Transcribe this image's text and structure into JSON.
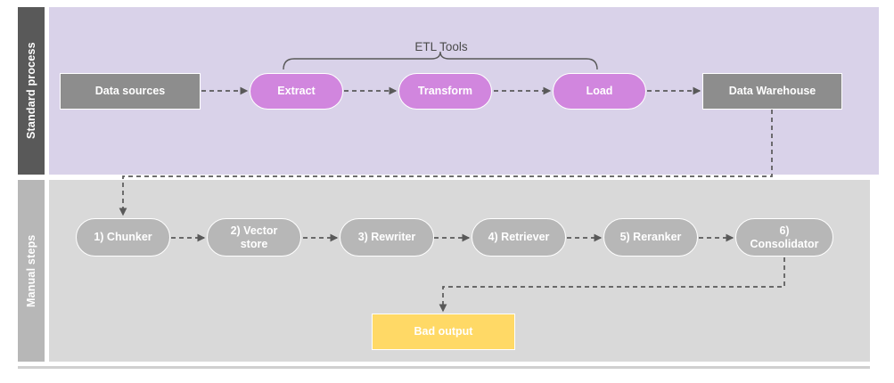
{
  "diagram": {
    "title": "ETL and manual RAG steps swimlane diagram",
    "colors": {
      "lane_top_header_bg": "#595959",
      "lane_top_body_bg": "#d9d2e9",
      "lane_bottom_header_bg": "#b7b7b7",
      "lane_bottom_body_bg": "#d9d9d9",
      "node_gray": "#8d8d8d",
      "node_pill_gray": "#b7b7b7",
      "node_magenta": "#d186de",
      "node_yellow": "#ffd966",
      "connector": "#595959",
      "node_text": "#ffffff",
      "label_text": "#4a4a4a"
    }
  },
  "lanes": [
    {
      "id": "standard-process",
      "label": "Standard process"
    },
    {
      "id": "manual-steps",
      "label": "Manual steps"
    }
  ],
  "annotations": {
    "etl_bracket_label": "ETL Tools"
  },
  "top_lane": {
    "nodes": [
      {
        "id": "data-sources",
        "label": "Data sources",
        "shape": "rect",
        "color": "gray"
      },
      {
        "id": "extract",
        "label": "Extract",
        "shape": "pill",
        "color": "magenta"
      },
      {
        "id": "transform",
        "label": "Transform",
        "shape": "pill",
        "color": "magenta"
      },
      {
        "id": "load",
        "label": "Load",
        "shape": "pill",
        "color": "magenta"
      },
      {
        "id": "data-warehouse",
        "label": "Data Warehouse",
        "shape": "rect",
        "color": "gray"
      }
    ]
  },
  "bottom_lane": {
    "nodes": [
      {
        "id": "chunker",
        "label": "1) Chunker",
        "shape": "pill",
        "color": "pillgray"
      },
      {
        "id": "vector-store",
        "label": "2) Vector store",
        "shape": "pill",
        "color": "pillgray"
      },
      {
        "id": "rewriter",
        "label": "3) Rewriter",
        "shape": "pill",
        "color": "pillgray"
      },
      {
        "id": "retriever",
        "label": "4) Retriever",
        "shape": "pill",
        "color": "pillgray"
      },
      {
        "id": "reranker",
        "label": "5) Reranker",
        "shape": "pill",
        "color": "pillgray"
      },
      {
        "id": "consolidator",
        "label": "6) Consolidator",
        "shape": "pill",
        "color": "pillgray"
      },
      {
        "id": "bad-output",
        "label": "Bad output",
        "shape": "rect",
        "color": "yellow"
      }
    ]
  },
  "edges": [
    {
      "from": "data-sources",
      "to": "extract",
      "style": "dashed-arrow"
    },
    {
      "from": "extract",
      "to": "transform",
      "style": "dashed-arrow"
    },
    {
      "from": "transform",
      "to": "load",
      "style": "dashed-arrow"
    },
    {
      "from": "load",
      "to": "data-warehouse",
      "style": "dashed-arrow"
    },
    {
      "from": "data-warehouse",
      "to": "chunker",
      "style": "dashed-arrow-elbow"
    },
    {
      "from": "chunker",
      "to": "vector-store",
      "style": "dashed-arrow"
    },
    {
      "from": "vector-store",
      "to": "rewriter",
      "style": "dashed-arrow"
    },
    {
      "from": "rewriter",
      "to": "retriever",
      "style": "dashed-arrow"
    },
    {
      "from": "retriever",
      "to": "reranker",
      "style": "dashed-arrow"
    },
    {
      "from": "reranker",
      "to": "consolidator",
      "style": "dashed-arrow"
    },
    {
      "from": "consolidator",
      "to": "bad-output",
      "style": "dashed-arrow-elbow"
    }
  ]
}
